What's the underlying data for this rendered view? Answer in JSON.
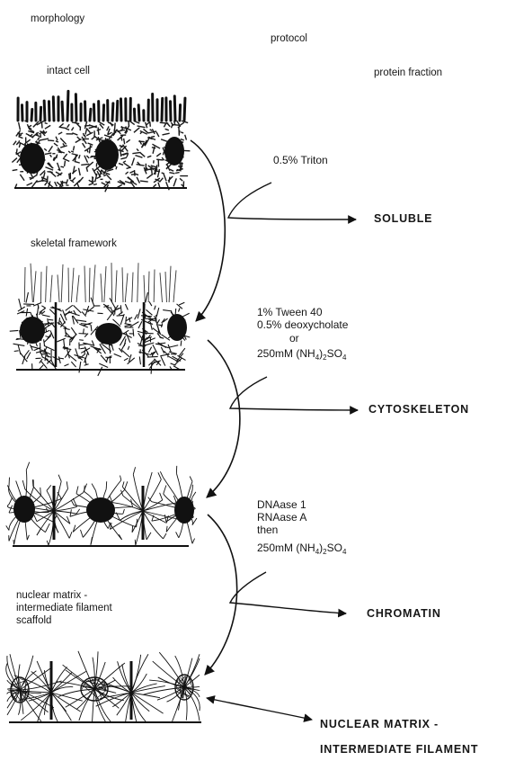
{
  "headers": {
    "morphology": "morphology",
    "protocol": "protocol",
    "protein_fraction": "protein fraction"
  },
  "morphology_labels": {
    "intact_cell": "intact cell",
    "skeletal_framework": "skeletal framework",
    "nuclear_matrix_scaffold": "nuclear matrix -\nintermediate filament\nscaffold"
  },
  "protocol_steps": {
    "step1": "0.5% Triton",
    "step2_line1": "1% Tween 40",
    "step2_line2": "0.5% deoxycholate",
    "step2_line3": "or",
    "step2_line4_prefix": "250mM (NH",
    "step2_line4_sub1": "4",
    "step2_line4_mid": ")",
    "step2_line4_sub2": "2",
    "step2_line4_suffix": "SO",
    "step2_line4_sub3": "4",
    "step3_line1": "DNAase 1",
    "step3_line2": "RNAase A",
    "step3_line3": "then",
    "step3_line4_prefix": "250mM (NH",
    "step3_line4_sub1": "4",
    "step3_line4_mid": ")",
    "step3_line4_sub2": "2",
    "step3_line4_suffix": "SO",
    "step3_line4_sub3": "4"
  },
  "fractions": {
    "soluble": "SOLUBLE",
    "cytoskeleton": "CYTOSKELETON",
    "chromatin": "CHROMATIN",
    "nuclear_matrix_line1": "NUCLEAR MATRIX -",
    "nuclear_matrix_line2": "INTERMEDIATE FILAMENT"
  }
}
